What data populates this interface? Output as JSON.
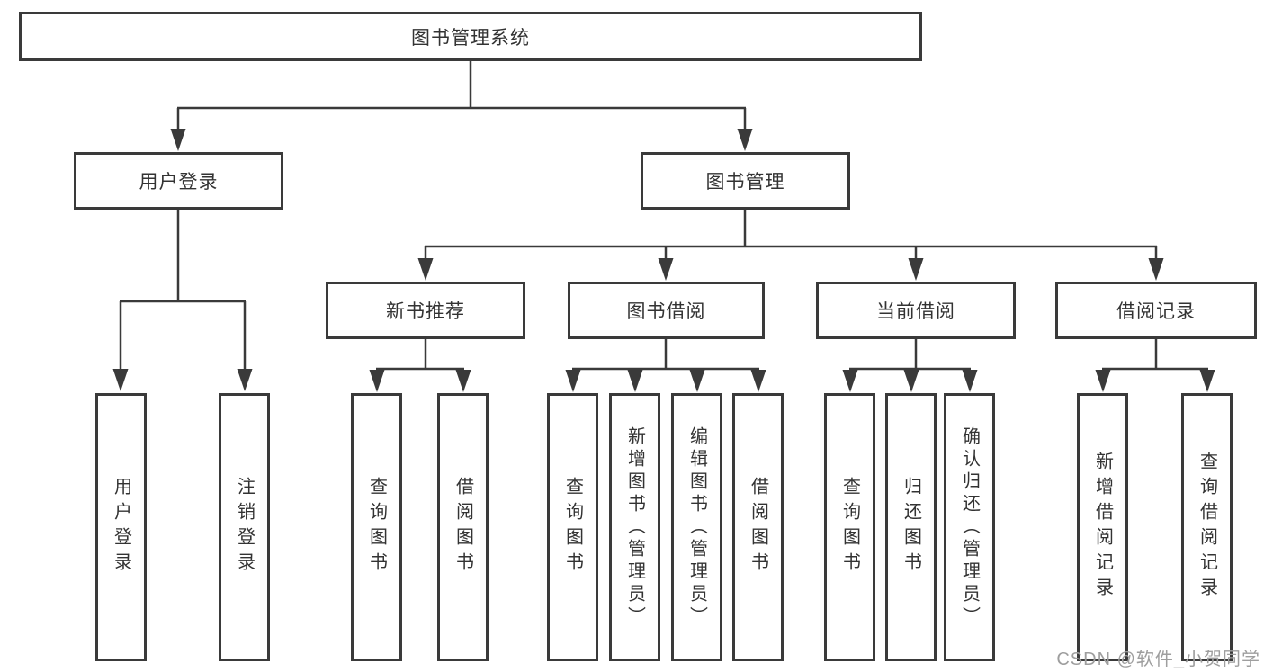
{
  "diagram": {
    "type": "tree-structure-diagram",
    "colors": {
      "line": "#3a3a3a",
      "box_border": "#3a3a3a",
      "text": "#333333",
      "background": "#ffffff",
      "watermark": "#9e9e9e"
    },
    "nodes": {
      "root": {
        "label": "图书管理系统"
      },
      "user_login": {
        "label": "用户登录"
      },
      "book_management": {
        "label": "图书管理"
      },
      "new_book_recommend": {
        "label": "新书推荐"
      },
      "book_borrow": {
        "label": "图书借阅"
      },
      "current_borrow": {
        "label": "当前借阅"
      },
      "borrow_records": {
        "label": "借阅记录"
      },
      "leaf_user_login": {
        "label": "用户登录"
      },
      "leaf_logout": {
        "label": "注销登录"
      },
      "leaf_query_books_recommend": {
        "label": "查询图书"
      },
      "leaf_borrow_books_recommend": {
        "label": "借阅图书"
      },
      "leaf_query_books_borrow": {
        "label": "查询图书"
      },
      "leaf_add_book_admin": {
        "label": "新增图书（管理员）"
      },
      "leaf_edit_book_admin": {
        "label": "编辑图书（管理员）"
      },
      "leaf_borrow_books_borrow": {
        "label": "借阅图书"
      },
      "leaf_query_books_current": {
        "label": "查询图书"
      },
      "leaf_return_book": {
        "label": "归还图书"
      },
      "leaf_confirm_return_admin": {
        "label": "确认归还（管理员）"
      },
      "leaf_add_borrow_record": {
        "label": "新增借阅记录"
      },
      "leaf_query_borrow_record": {
        "label": "查询借阅记录"
      }
    },
    "watermark": {
      "text": "CSDN @软件_小贺同学"
    }
  }
}
